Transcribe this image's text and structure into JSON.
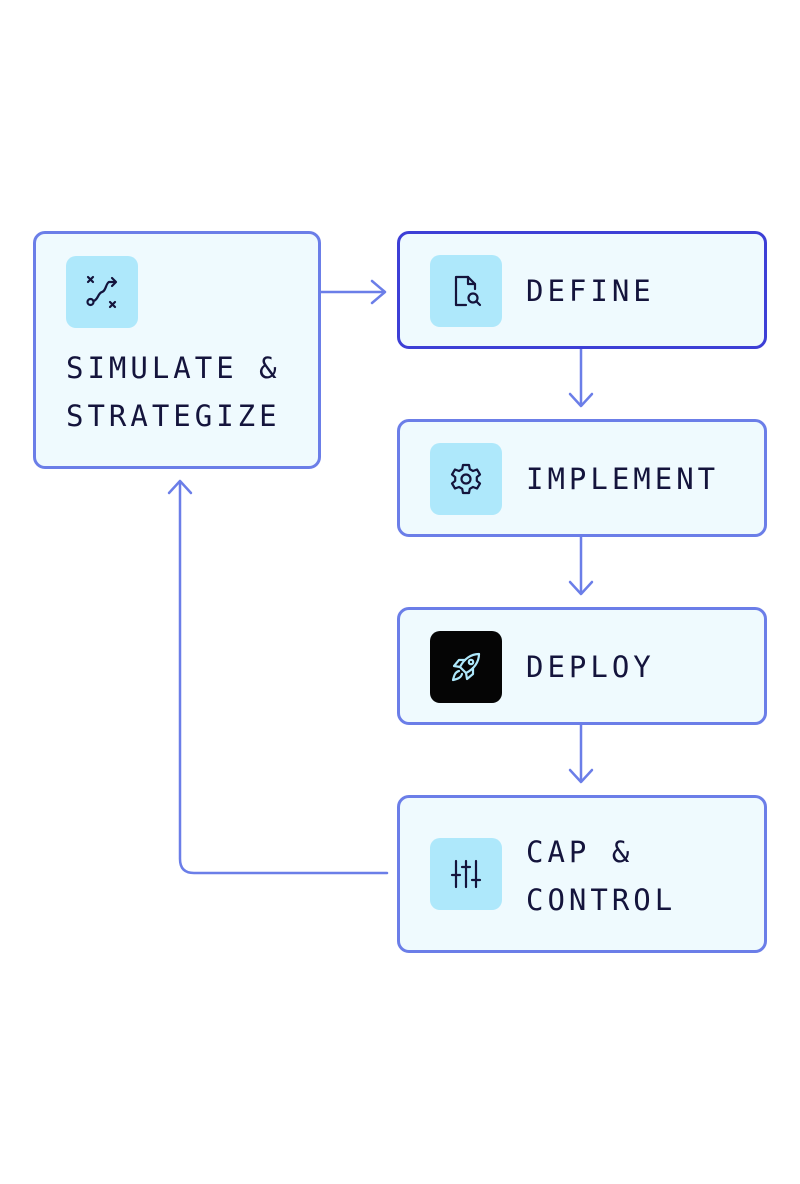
{
  "colors": {
    "box_fill": "#effafe",
    "box_border": "#6b7ee8",
    "active_border": "#3d3fd6",
    "icon_tile": "#aee8fb",
    "dark_icon_tile": "#050505",
    "text": "#14143c",
    "connector": "#6b7ee8"
  },
  "steps": {
    "simulate": {
      "line1": "SIMULATE &",
      "line2": "STRATEGIZE",
      "icon": "route-icon"
    },
    "define": {
      "label": "DEFINE",
      "icon": "document-search-icon"
    },
    "implement": {
      "label": "IMPLEMENT",
      "icon": "gear-icon"
    },
    "deploy": {
      "label": "DEPLOY",
      "icon": "rocket-icon"
    },
    "cap": {
      "line1": "CAP &",
      "line2": "CONTROL",
      "icon": "sliders-icon"
    }
  }
}
